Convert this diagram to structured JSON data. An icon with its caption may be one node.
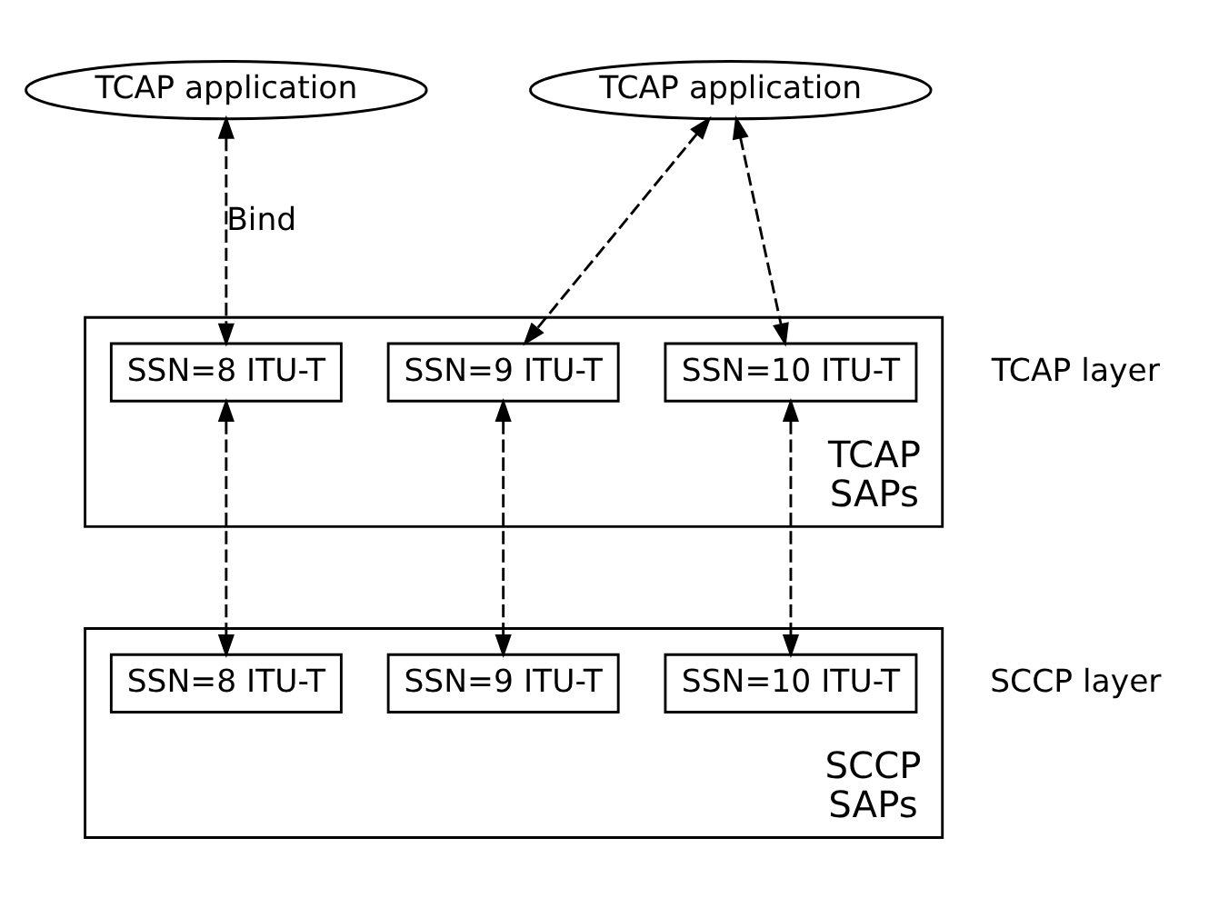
{
  "diagram": {
    "nodes": [
      {
        "text": [
          "TCAP application"
        ]
      },
      {
        "text": [
          "TCAP application"
        ]
      },
      {
        "text": [
          "TCAP",
          "SAPs"
        ],
        "beside": [
          "TCAP layer"
        ]
      },
      {
        "text": [
          "SSN=8 ITU-T"
        ],
        "in": 2
      },
      {
        "text": [
          "SSN=9 ITU-T"
        ],
        "in": 2
      },
      {
        "text": [
          "SSN=10 ITU-T"
        ],
        "in": 2
      },
      {
        "text": [
          "SCCP",
          "SAPs"
        ],
        "beside": [
          "SCCP layer"
        ]
      },
      {
        "text": [
          "SSN=8 ITU-T"
        ],
        "in": 6
      },
      {
        "text": [
          "SSN=9 ITU-T"
        ],
        "in": 6
      },
      {
        "text": [
          "SSN=10 ITU-T"
        ],
        "in": 6
      }
    ],
    "edges": [
      {
        "from": 0,
        "to": 3,
        "arrow": "both",
        "style": "dashed",
        "label": "Bind"
      },
      {
        "from": 1,
        "to": 4,
        "arrow": "both",
        "style": "dashed"
      },
      {
        "from": 1,
        "to": 5,
        "arrow": "both",
        "style": "dashed"
      },
      {
        "from": 3,
        "to": 7,
        "arrow": "both",
        "style": "dashed"
      },
      {
        "from": 4,
        "to": 8,
        "arrow": "both",
        "style": "dashed"
      },
      {
        "from": 5,
        "to": 9,
        "arrow": "both",
        "style": "dashed"
      }
    ]
  }
}
